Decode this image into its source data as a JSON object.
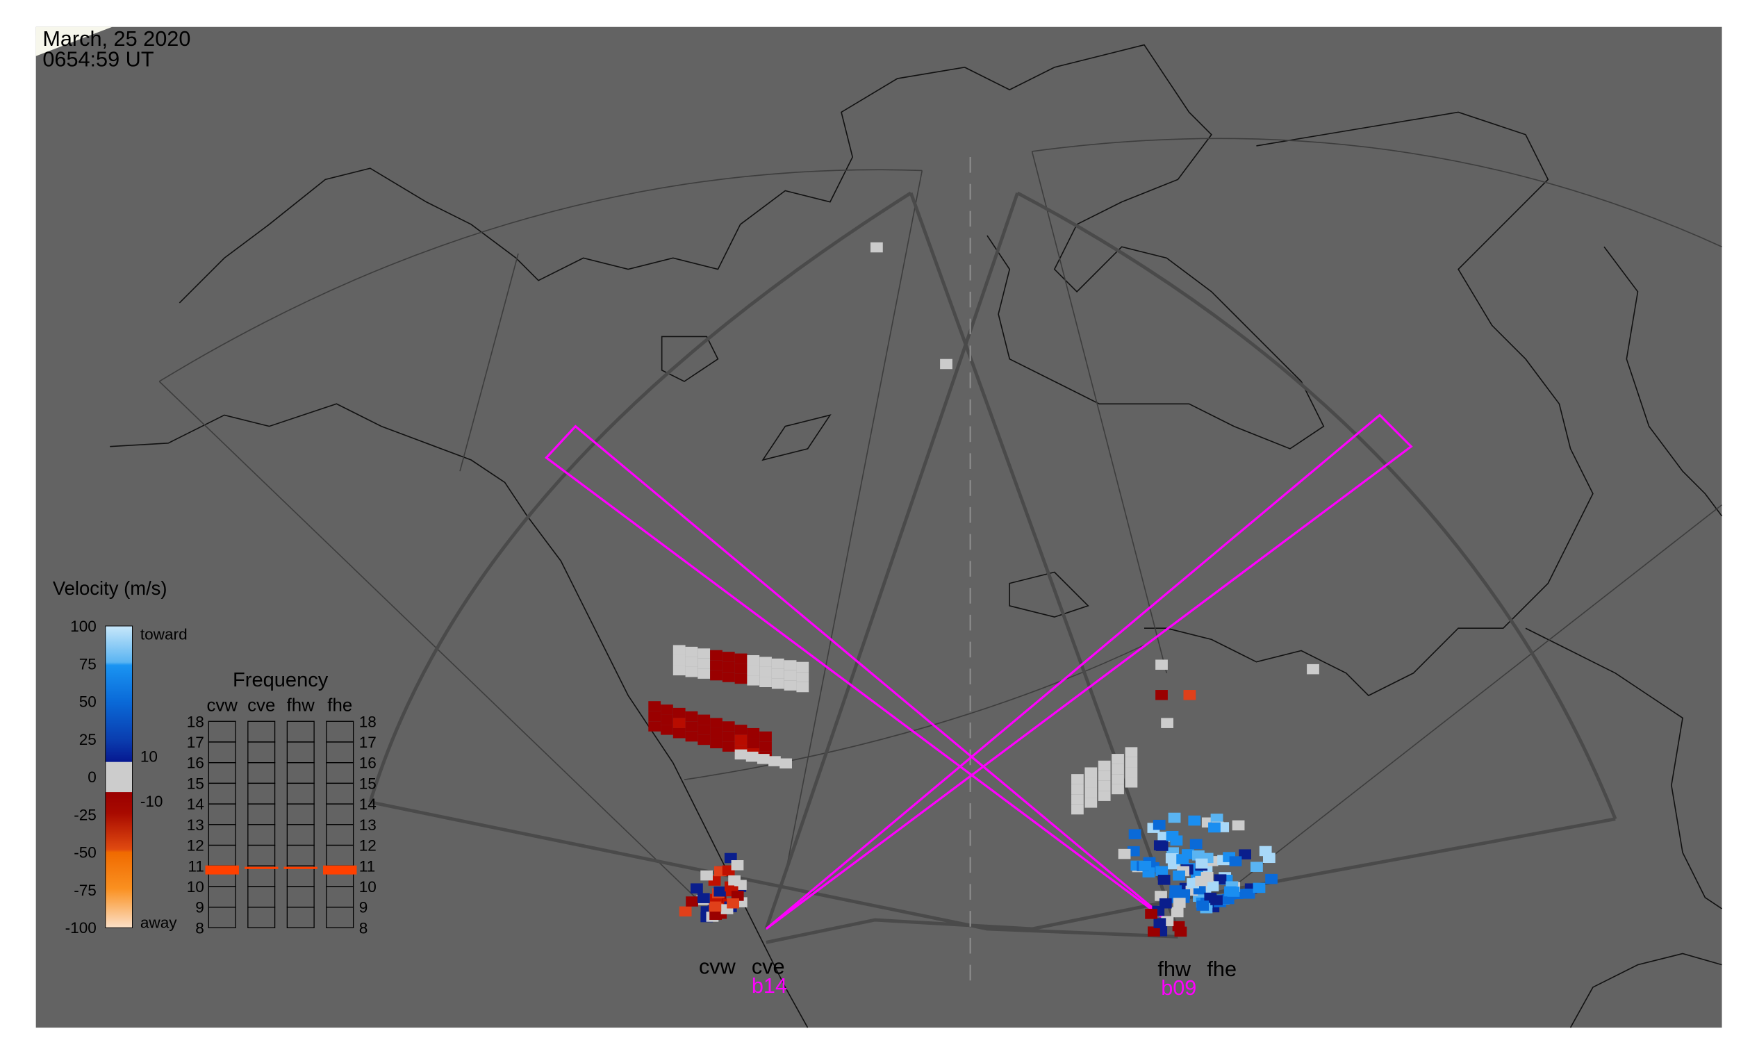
{
  "header": {
    "date": "March, 25 2020",
    "time": "0654:59 UT"
  },
  "legend": {
    "title": "Velocity (m/s)",
    "ticks": [
      "100",
      "75",
      "50",
      "25",
      "0",
      "-25",
      "-50",
      "-75",
      "-100"
    ],
    "toward_label": "toward",
    "away_label": "away",
    "gray_upper": "10",
    "gray_lower": "-10",
    "colors": {
      "toward_light": "#a8d8f8",
      "toward_mid": "#1a8ef0",
      "toward_dark": "#0a1e8c",
      "ground": "#cccccc",
      "away_dark": "#9a0000",
      "away_mid": "#e0401a",
      "away_light": "#f7d6b0"
    }
  },
  "frequency": {
    "title": "Frequency",
    "radars": [
      {
        "label": "cvw",
        "freq_mhz": 10.8
      },
      {
        "label": "cve",
        "freq_mhz": 10.9
      },
      {
        "label": "fhw",
        "freq_mhz": 10.9
      },
      {
        "label": "fhe",
        "freq_mhz": 10.8
      }
    ],
    "axis": [
      "18",
      "17",
      "16",
      "15",
      "14",
      "13",
      "12",
      "11",
      "10",
      "9",
      "8"
    ],
    "marker_color": "#ff4000"
  },
  "sites": {
    "christmas_valley": {
      "west": "cvw",
      "east": "cve",
      "beam": "b14"
    },
    "fort_hays": {
      "west": "fhw",
      "east": "fhe",
      "beam": "b09"
    }
  },
  "colors": {
    "background": "#636363",
    "beam": "#ff00ff",
    "coast": "#111111",
    "fov": "#4a4a4a"
  }
}
